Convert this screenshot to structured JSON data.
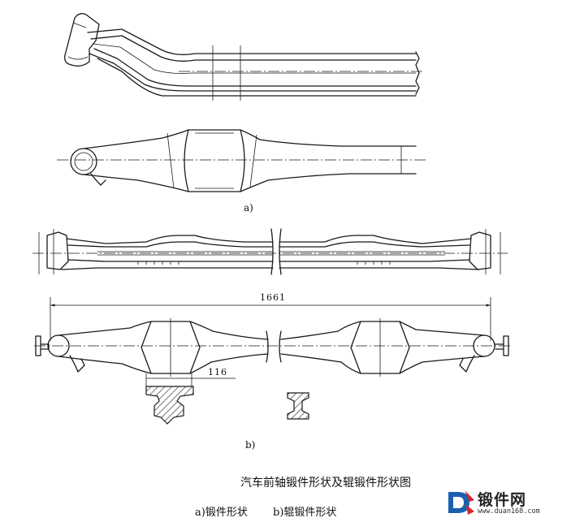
{
  "figure": {
    "caption": "汽车前轴锻件形状及辊锻件形状图",
    "subcaption_a": "a)锻件形状",
    "subcaption_b": "b)辊锻件形状",
    "label_a": "a)",
    "label_b": "b)"
  },
  "dimensions": {
    "overall_length": "1661",
    "section_width": "116"
  },
  "logo": {
    "text": "锻件网",
    "url": "www.duan168.com"
  }
}
